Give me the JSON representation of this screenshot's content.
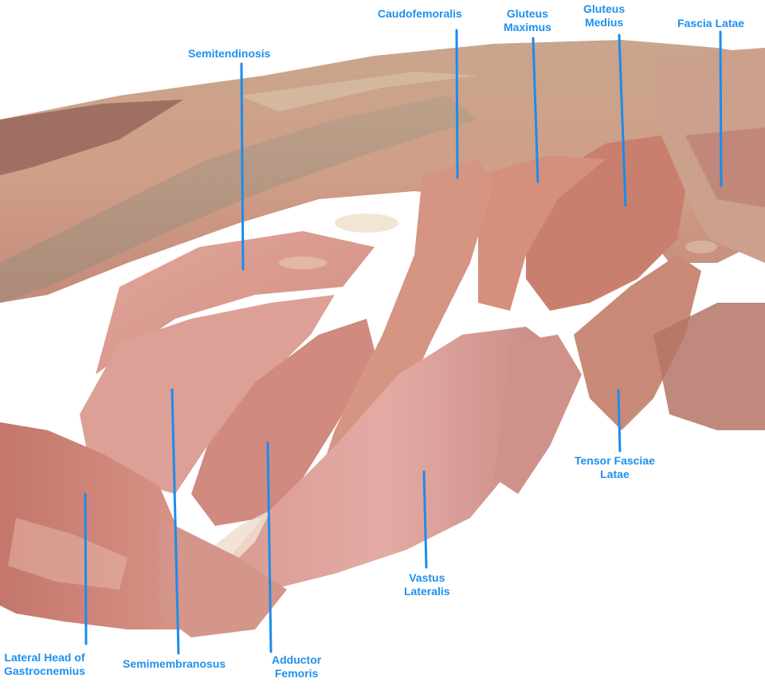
{
  "labels": {
    "semitendinosis": "Semitendinosis",
    "caudofemoralis": "Caudofemoralis",
    "gluteus_maximus": [
      "Gluteus",
      "Maximus"
    ],
    "gluteus_medius": [
      "Gluteus",
      "Medius"
    ],
    "fascia_latae": "Fascia Latae",
    "tensor_fasciae_latae": [
      "Tensor Fasciae",
      "Latae"
    ],
    "vastus_lateralis": [
      "Vastus",
      "Lateralis"
    ],
    "lateral_head_gastrocnemius": [
      "Lateral Head of",
      "Gastrocnemius"
    ],
    "semimembranosus": "Semimembranosus",
    "adductor_femoris": [
      "Adductor",
      "Femoris"
    ]
  },
  "colors": {
    "label_text": "#1e90ee",
    "pointer_line": "#1e8bea",
    "background": "#ffffff",
    "muscle_main": "#d8968a",
    "muscle_dark": "#b8726a",
    "fascia": "#cfa98f"
  }
}
